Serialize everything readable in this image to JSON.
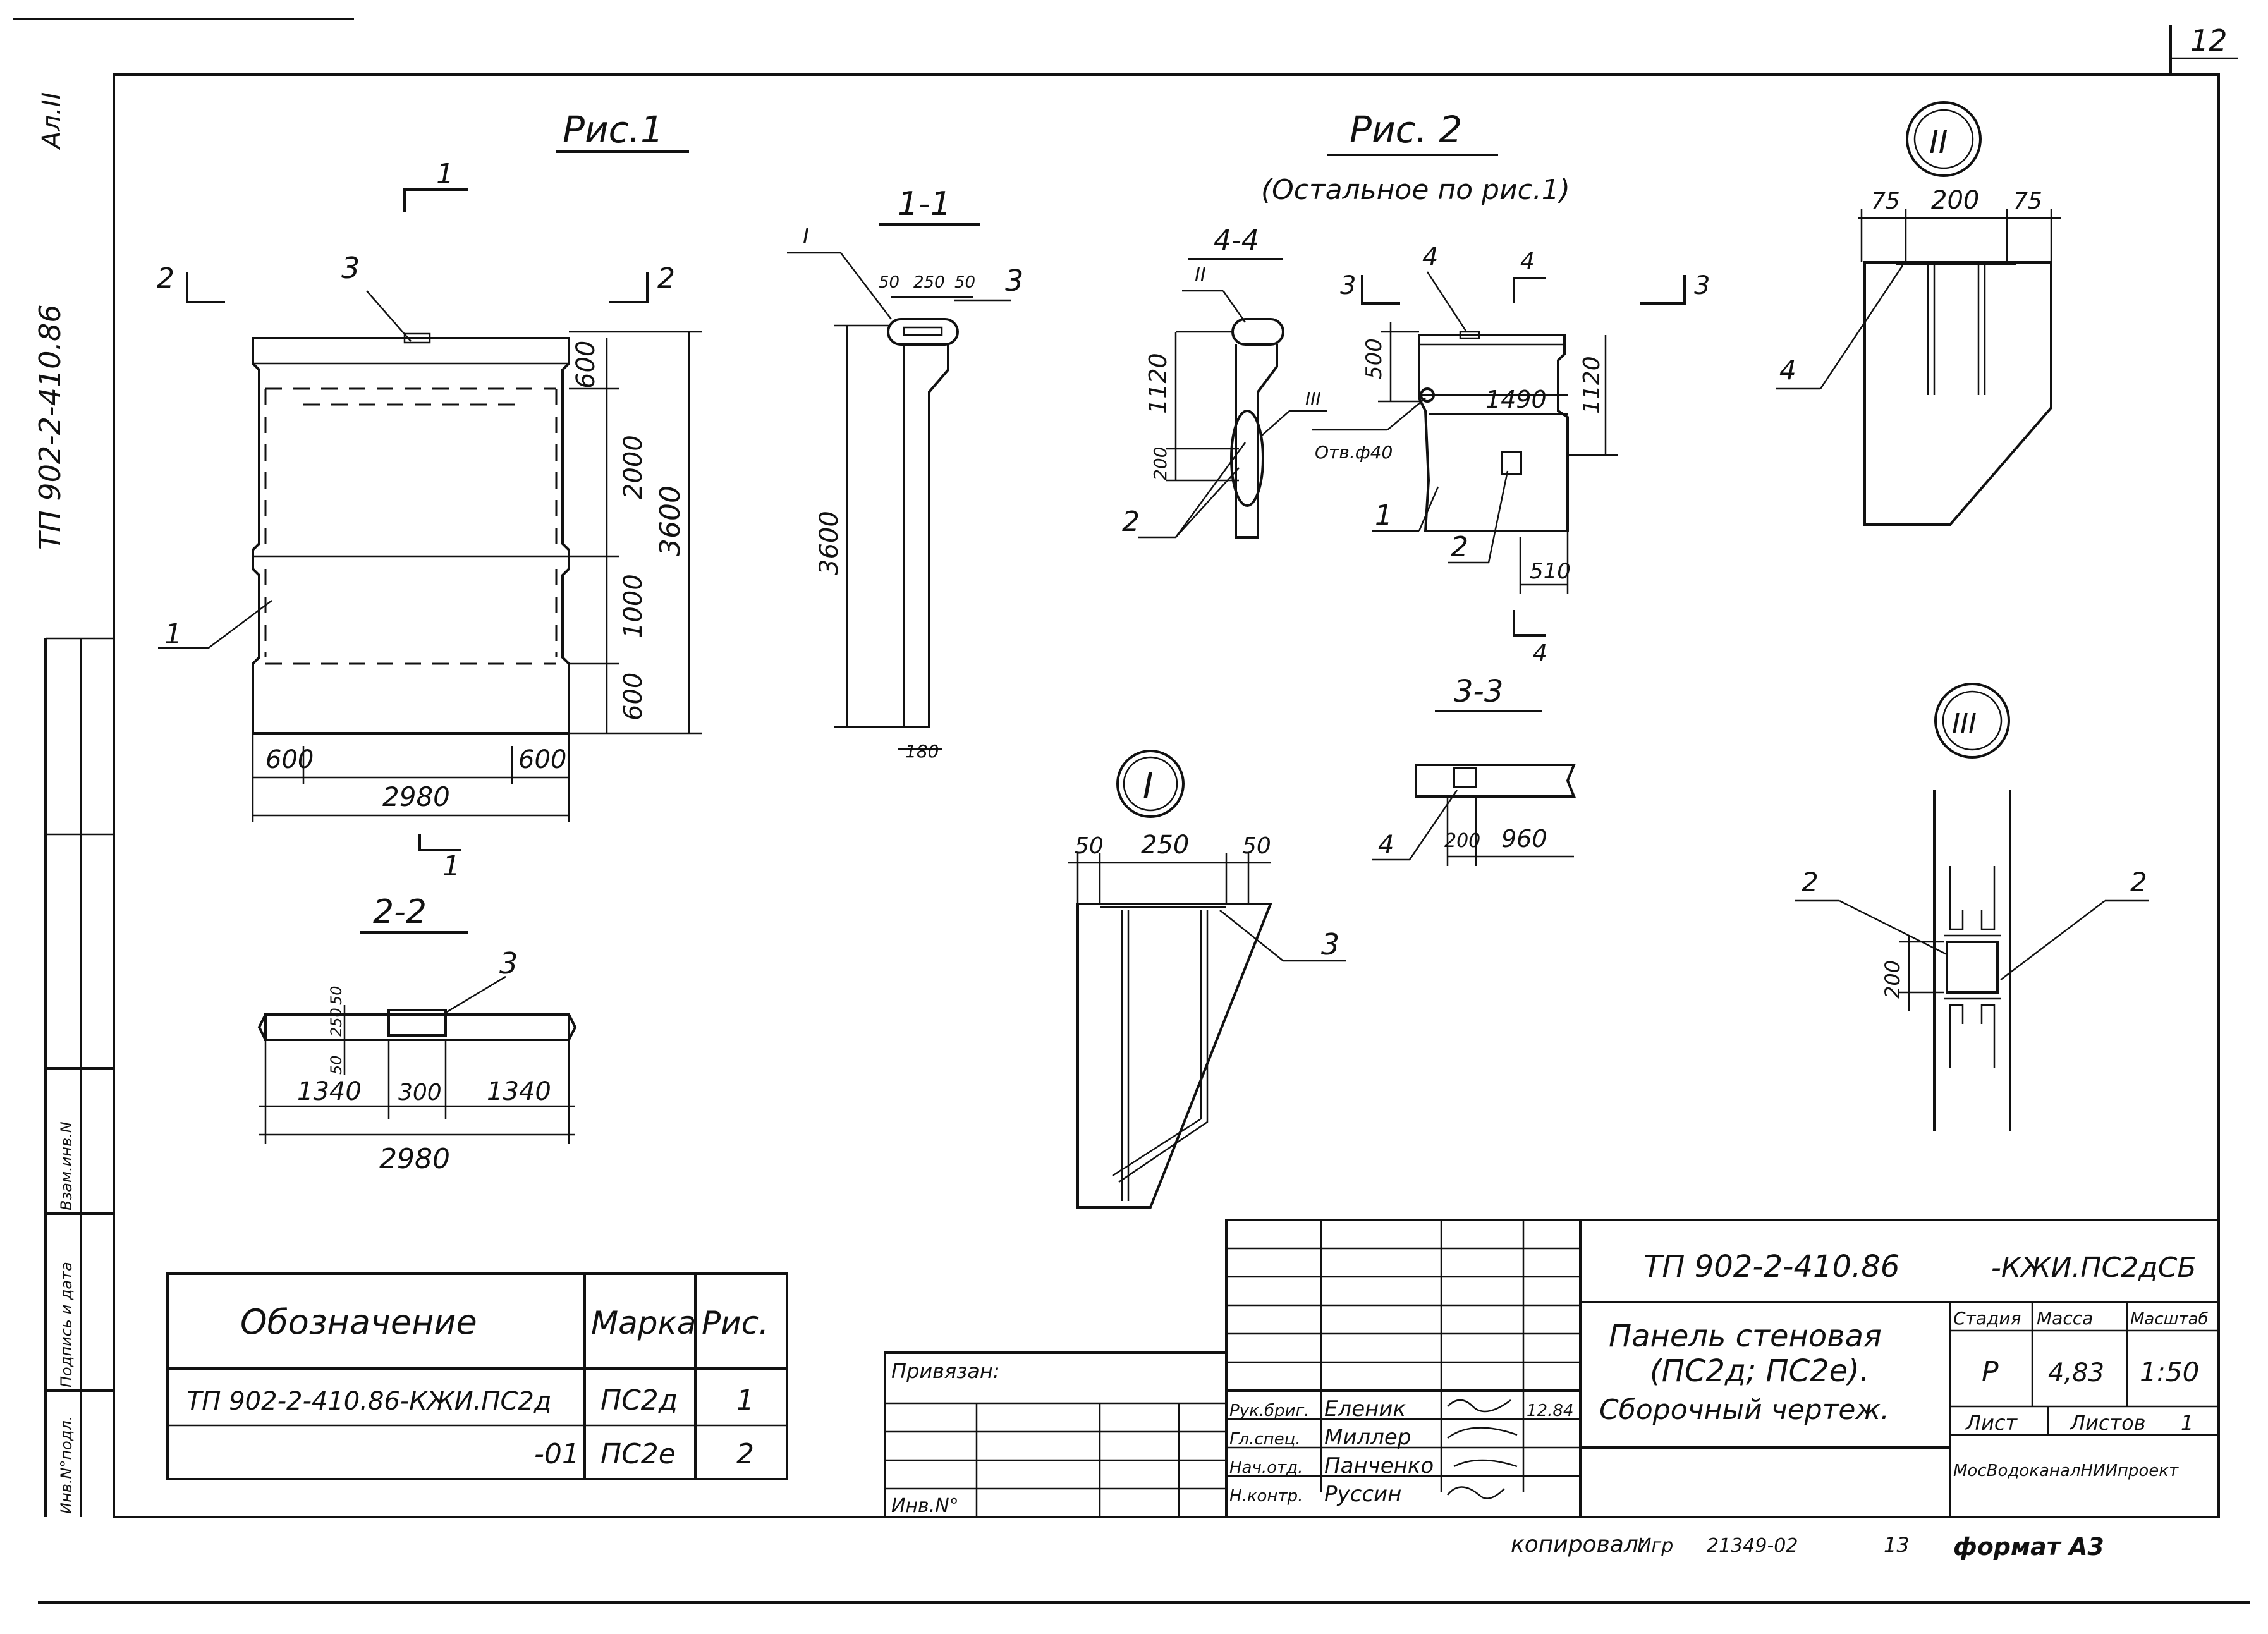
{
  "sheet": {
    "number": "12"
  },
  "side": {
    "series": "Ал.II",
    "code": "ТП 902-2-410.86"
  },
  "fig1": {
    "title": "Рис.1",
    "sec_mark": "1",
    "sec_mark_2": "2",
    "pos1": "1",
    "pos3": "3",
    "dims": {
      "top": "600",
      "mid": "2000",
      "total": "3600",
      "low": "1000",
      "bot": "600",
      "left_w": "600",
      "right_w": "600",
      "width": "2980"
    }
  },
  "sec11": {
    "title": "1-1",
    "node": "I",
    "d50a": "50",
    "d250": "250",
    "d50b": "50",
    "pos3": "3",
    "height": "3600",
    "thick": "180"
  },
  "sec22": {
    "title": "2-2",
    "pos3": "3",
    "d50a": "50",
    "d250": "250",
    "d50b": "50",
    "d1340a": "1340",
    "d300": "300",
    "d1340b": "1340",
    "width": "2980"
  },
  "fig2": {
    "title": "Рис. 2",
    "note": "(Остальное по рис.1)",
    "pos4": "4",
    "pos1": "1",
    "pos2": "2",
    "mark3": "3",
    "mark4": "4",
    "d500": "500",
    "d1490": "1490",
    "d1120": "1120",
    "d510": "510",
    "hole": "Отв.ф40"
  },
  "sec44": {
    "title": "4-4",
    "node2": "II",
    "node3": "III",
    "d1120": "1120",
    "d200": "200",
    "pos2": "2"
  },
  "sec33": {
    "title": "3-3",
    "pos4": "4",
    "d200": "200",
    "d960": "960"
  },
  "nodeI": {
    "label": "I",
    "d50a": "50",
    "d250": "250",
    "d50b": "50",
    "pos3": "3"
  },
  "nodeII": {
    "label": "II",
    "d75a": "75",
    "d200": "200",
    "d75b": "75",
    "pos4": "4"
  },
  "nodeIII": {
    "label": "III",
    "pos2a": "2",
    "pos2b": "2",
    "d200": "200"
  },
  "spec": {
    "headers": [
      "Обозначение",
      "Марка",
      "Рис."
    ],
    "rows": [
      {
        "designation": "ТП 902-2-410.86-КЖИ.ПС2д",
        "mark": "ПС2д",
        "fig": "1"
      },
      {
        "designation": "-01",
        "mark": "ПС2е",
        "fig": "2"
      }
    ]
  },
  "binding": {
    "label": "Привязан:",
    "inv": "Инв.N°"
  },
  "leftstrip": {
    "vzam": "Взам.инв.N",
    "podpis": "Подпись и дата",
    "invpodl": "Инв.N°подл."
  },
  "titleblock": {
    "code": "ТП 902-2-410.86",
    "suffix": "-КЖИ.ПС2дСБ",
    "name_line1": "Панель стеновая",
    "name_line2": "(ПС2д; ПС2е).",
    "name_line3": "Сборочный чертеж.",
    "roles": [
      {
        "role": "Рук.бриг.",
        "name": "Еленик",
        "date": "12.84"
      },
      {
        "role": "Гл.спец.",
        "name": "Миллер",
        "date": ""
      },
      {
        "role": "Нач.отд.",
        "name": "Панченко",
        "date": ""
      },
      {
        "role": "Н.контр.",
        "name": "Руссин",
        "date": ""
      }
    ],
    "stage_h": "Стадия",
    "mass_h": "Масса",
    "scale_h": "Масштаб",
    "stage": "Р",
    "mass": "4,83",
    "scale": "1:50",
    "sheet_h": "Лист",
    "sheets_h": "Листов",
    "sheets": "1",
    "org": "МосВодоканалНИИпроект"
  },
  "footer": {
    "copied": "копировал:",
    "copied_sig": "Игр",
    "num": "21349-02",
    "sheetno": "13",
    "format": "формат А3"
  }
}
